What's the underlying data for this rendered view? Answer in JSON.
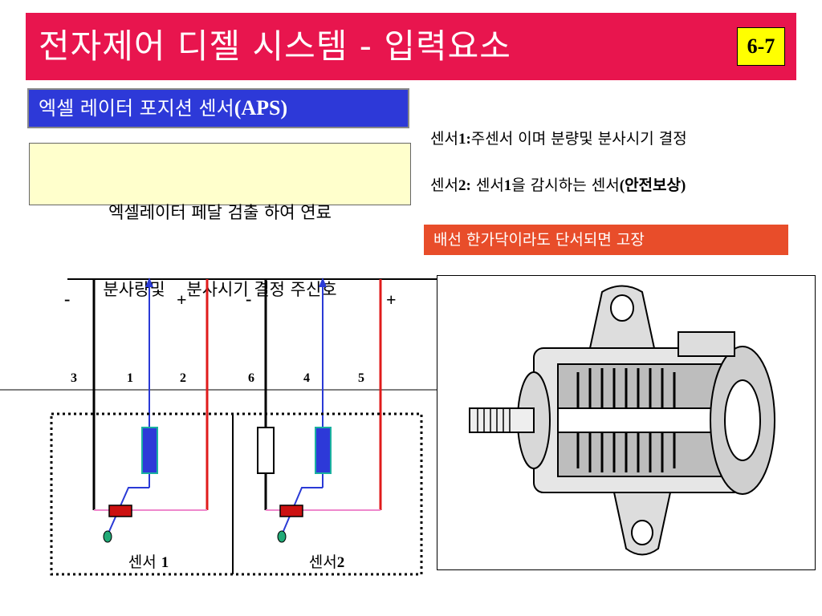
{
  "title": "전자제어 디젤 시스템 - 입력요소",
  "page_number": "6-7",
  "aps_header": {
    "text": "엑셀 레이터 포지션 센서",
    "abbr": "(APS)"
  },
  "description": {
    "line1": "엑셀레이터 페달 검출 하여 연료",
    "line2": "분사량및    분사시기 결정 주신호"
  },
  "sensor_notes": [
    {
      "prefix": "센서",
      "num": "1:",
      "text": "주센서 이며 분량및 분사시기 결정"
    },
    {
      "prefix": "센서",
      "num": "2:",
      "text": " 센서",
      "num2": "1",
      "text2": "을 감시하는 센서",
      "paren": "(안전보상)"
    }
  ],
  "warning": "배선 한가닥이라도 단서되면 고장",
  "circuit": {
    "polarity": [
      "-",
      "+",
      "-",
      "+"
    ],
    "pins": [
      "3",
      "1",
      "2",
      "6",
      "4",
      "5"
    ],
    "sensor_labels": [
      {
        "prefix": "센서 ",
        "num": "1"
      },
      {
        "prefix": "센서",
        "num": "2"
      }
    ]
  },
  "colors": {
    "title_bg": "#e8154e",
    "badge_bg": "#ffff00",
    "aps_header_bg": "#2d39d8",
    "desc_bg": "#ffffcc",
    "warning_bg": "#e84d2a",
    "wire_signal": "#2a3ad6",
    "wire_plus": "#e01b1b",
    "wire_pink": "#ee88cc",
    "resistor_fill": "#2d39d8",
    "resistor_border": "#1ab0a0",
    "wiper": "#cc1111",
    "contact_dot": "#22aa77"
  },
  "icons": {
    "photo": "aps-cutaway-illustration"
  }
}
